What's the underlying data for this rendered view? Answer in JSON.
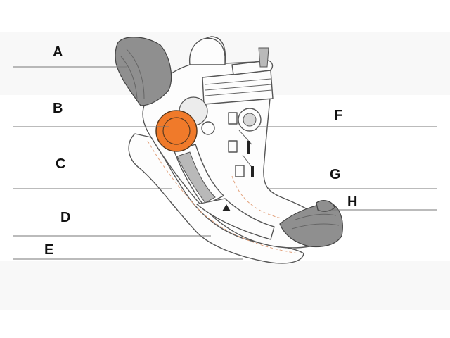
{
  "labels": {
    "a": "A",
    "b": "B",
    "c": "C",
    "d": "D",
    "e": "E",
    "f": "F",
    "g": "G",
    "h": "H"
  },
  "colors": {
    "highlight": "#f07a2a",
    "protector": "#8f8f8f"
  }
}
